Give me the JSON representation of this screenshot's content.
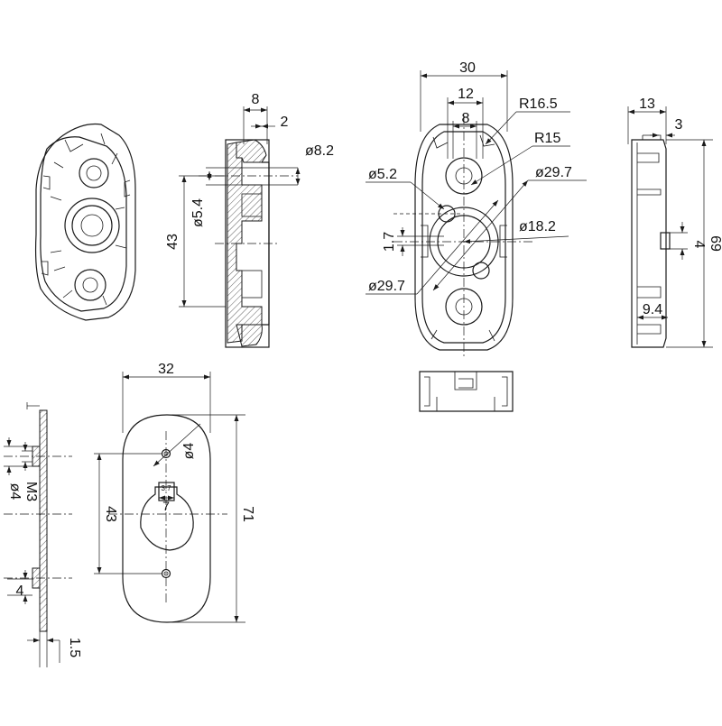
{
  "drawing": {
    "dimensions": {
      "section_width_top": "8",
      "section_step": "2",
      "section_bore": "ø8.2",
      "section_small_bore": "ø5.4",
      "section_height": "43",
      "front_width": "30",
      "front_inner_width": "12",
      "front_slot_width": "8",
      "front_outer_radius": "R16.5",
      "front_inner_radius": "R15",
      "front_hole": "ø5.2",
      "front_pitch_circle_top": "ø29.7",
      "front_center_offset": "1.7",
      "front_center_bore": "ø18.2",
      "front_pitch_circle_bottom": "ø29.7",
      "side_width": "13",
      "side_step": "3",
      "side_height": "69",
      "side_slot": "4",
      "side_foot": "9.4",
      "plate_width": "32",
      "plate_hole": "ø4",
      "plate_hole_pitch": "43",
      "plate_height": "71",
      "plate_notch": "3.7",
      "plate_key": "7",
      "edge_thread": "M3",
      "edge_hole": "ø4",
      "edge_pin": "4",
      "edge_thickness": "1.5"
    }
  }
}
